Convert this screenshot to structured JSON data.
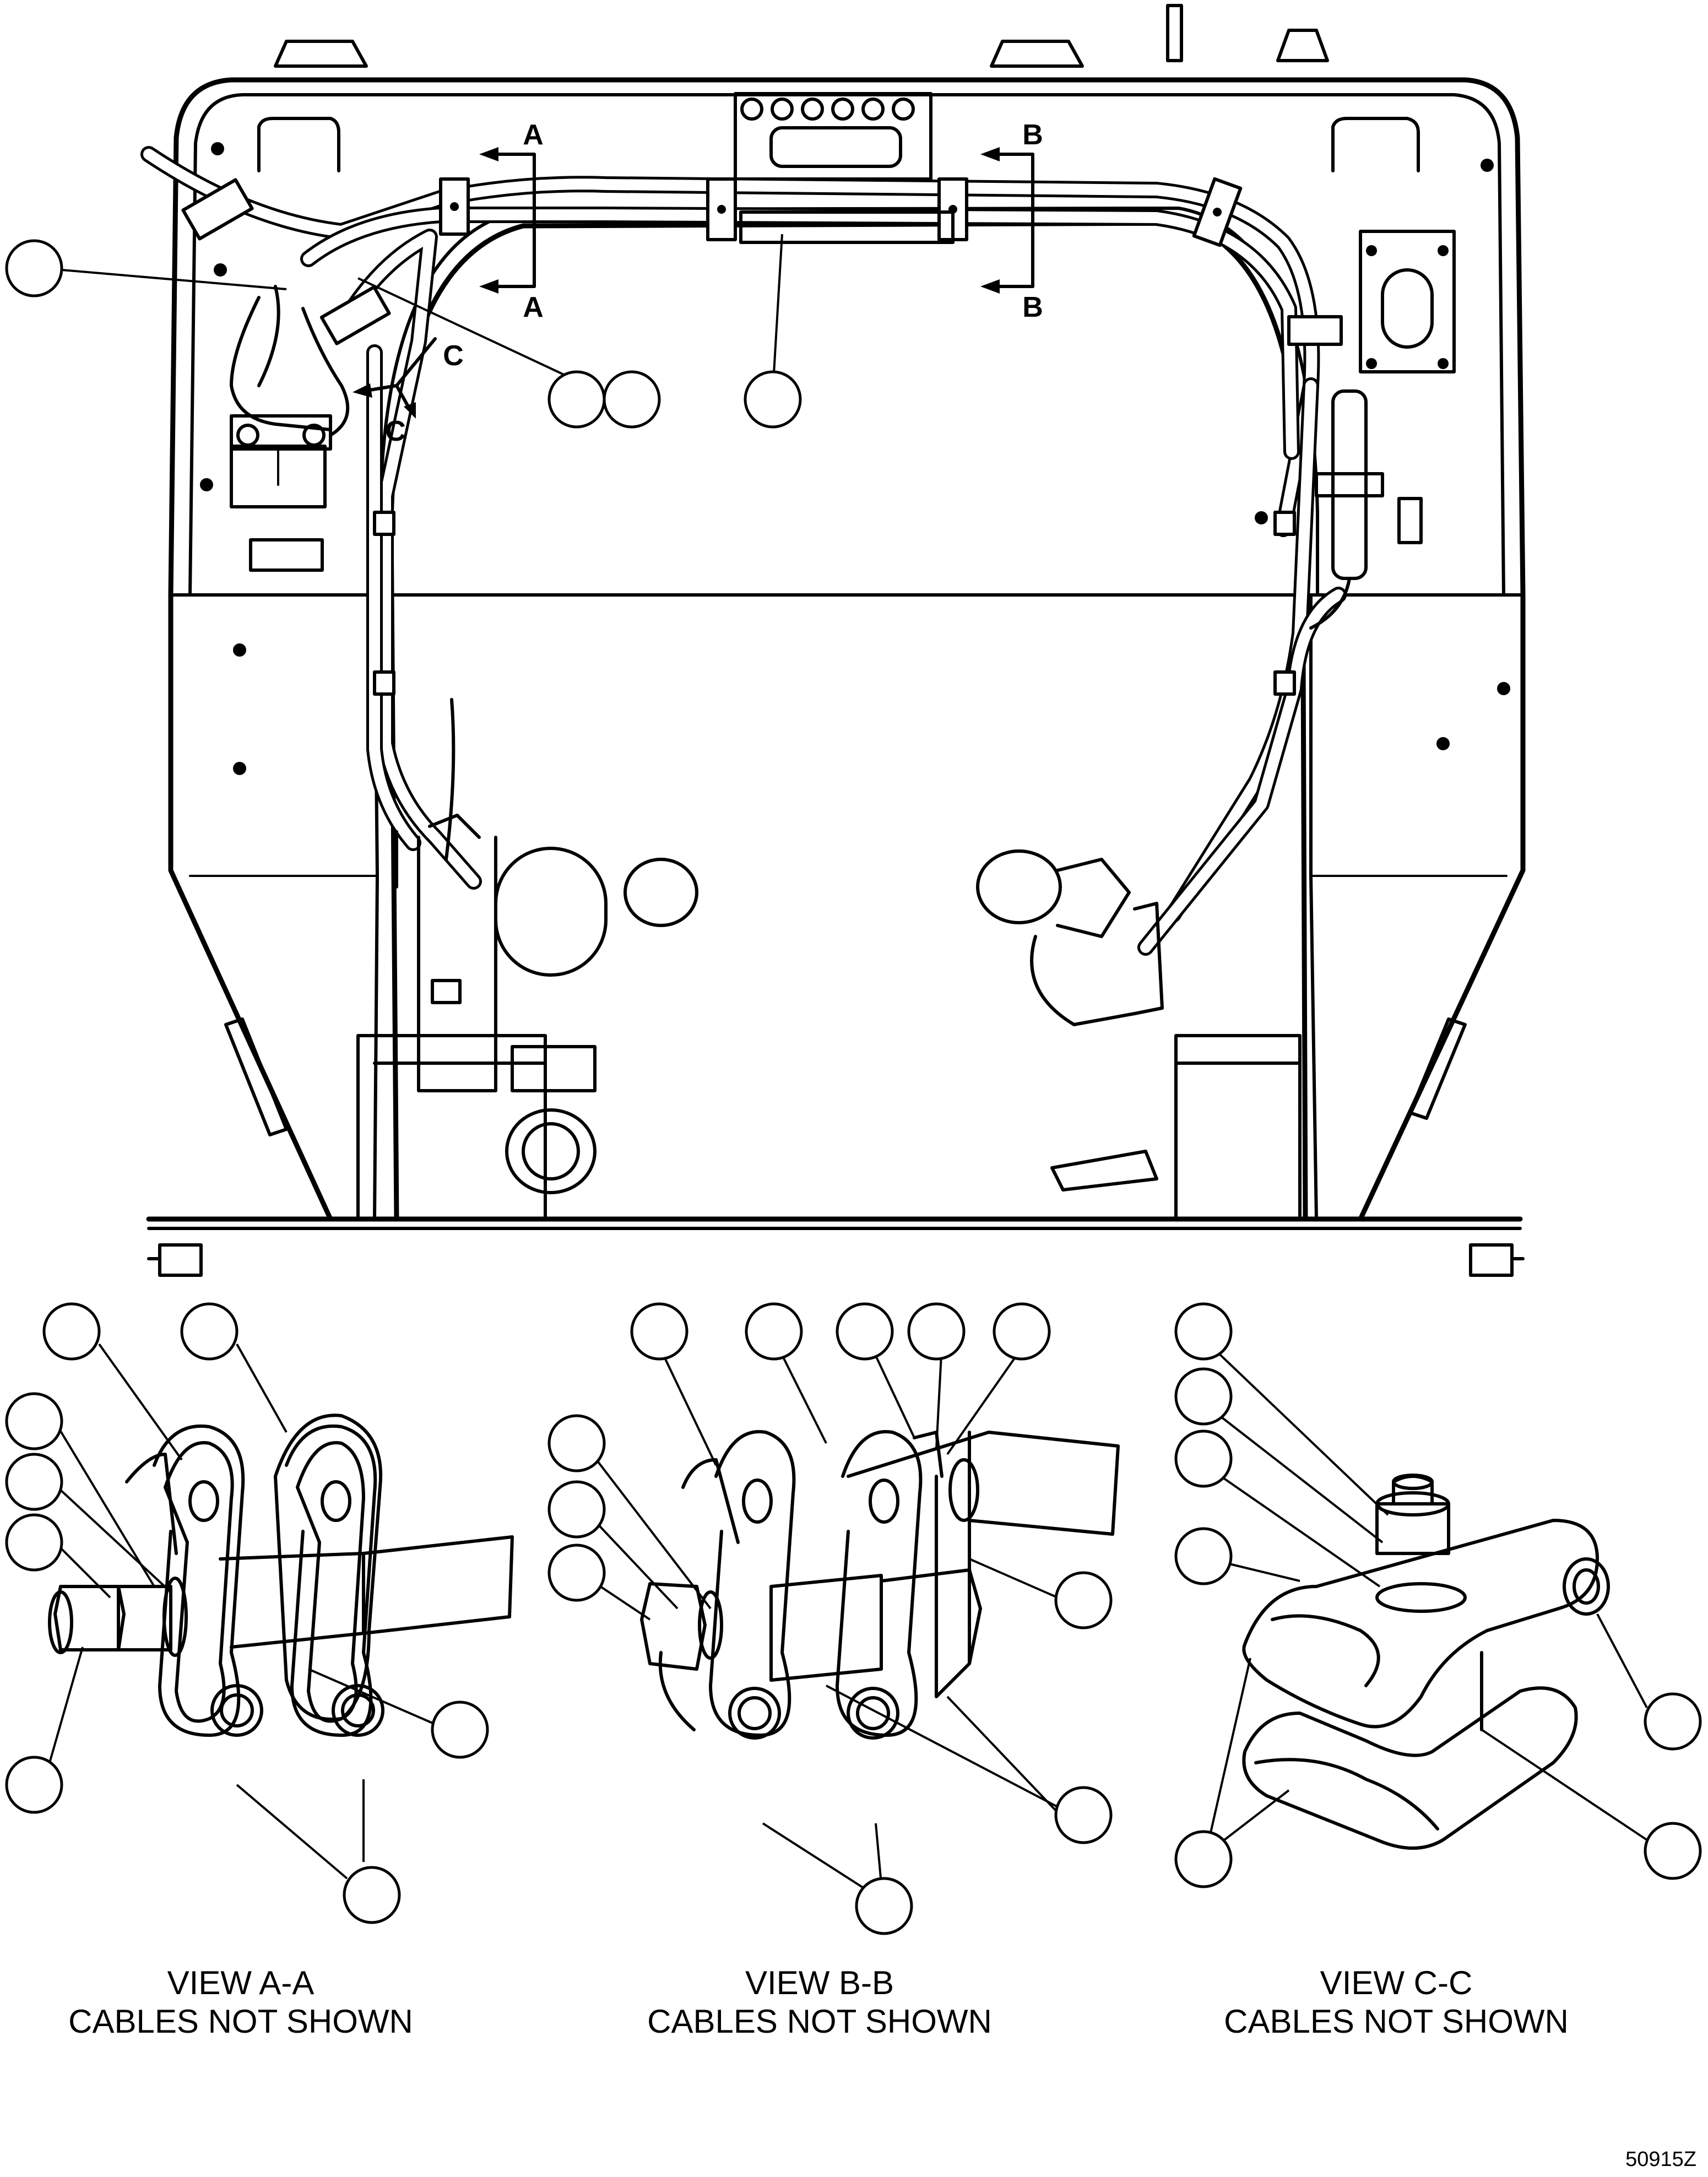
{
  "main_view": {
    "section_markers": [
      {
        "id": "A",
        "label": "A"
      },
      {
        "id": "A2",
        "label": "A"
      },
      {
        "id": "B",
        "label": "B"
      },
      {
        "id": "B2",
        "label": "B"
      },
      {
        "id": "C",
        "label": "C"
      },
      {
        "id": "C2",
        "label": "C"
      }
    ]
  },
  "views": [
    {
      "id": "view-a-a",
      "title": "VIEW A-A",
      "note": "CABLES NOT SHOWN"
    },
    {
      "id": "view-b-b",
      "title": "VIEW B-B",
      "note": "CABLES NOT SHOWN"
    },
    {
      "id": "view-c-c",
      "title": "VIEW C-C",
      "note": "CABLES NOT SHOWN"
    }
  ],
  "drawing_number": "50915Z",
  "colors": {
    "line": "#000000",
    "background": "#ffffff"
  }
}
